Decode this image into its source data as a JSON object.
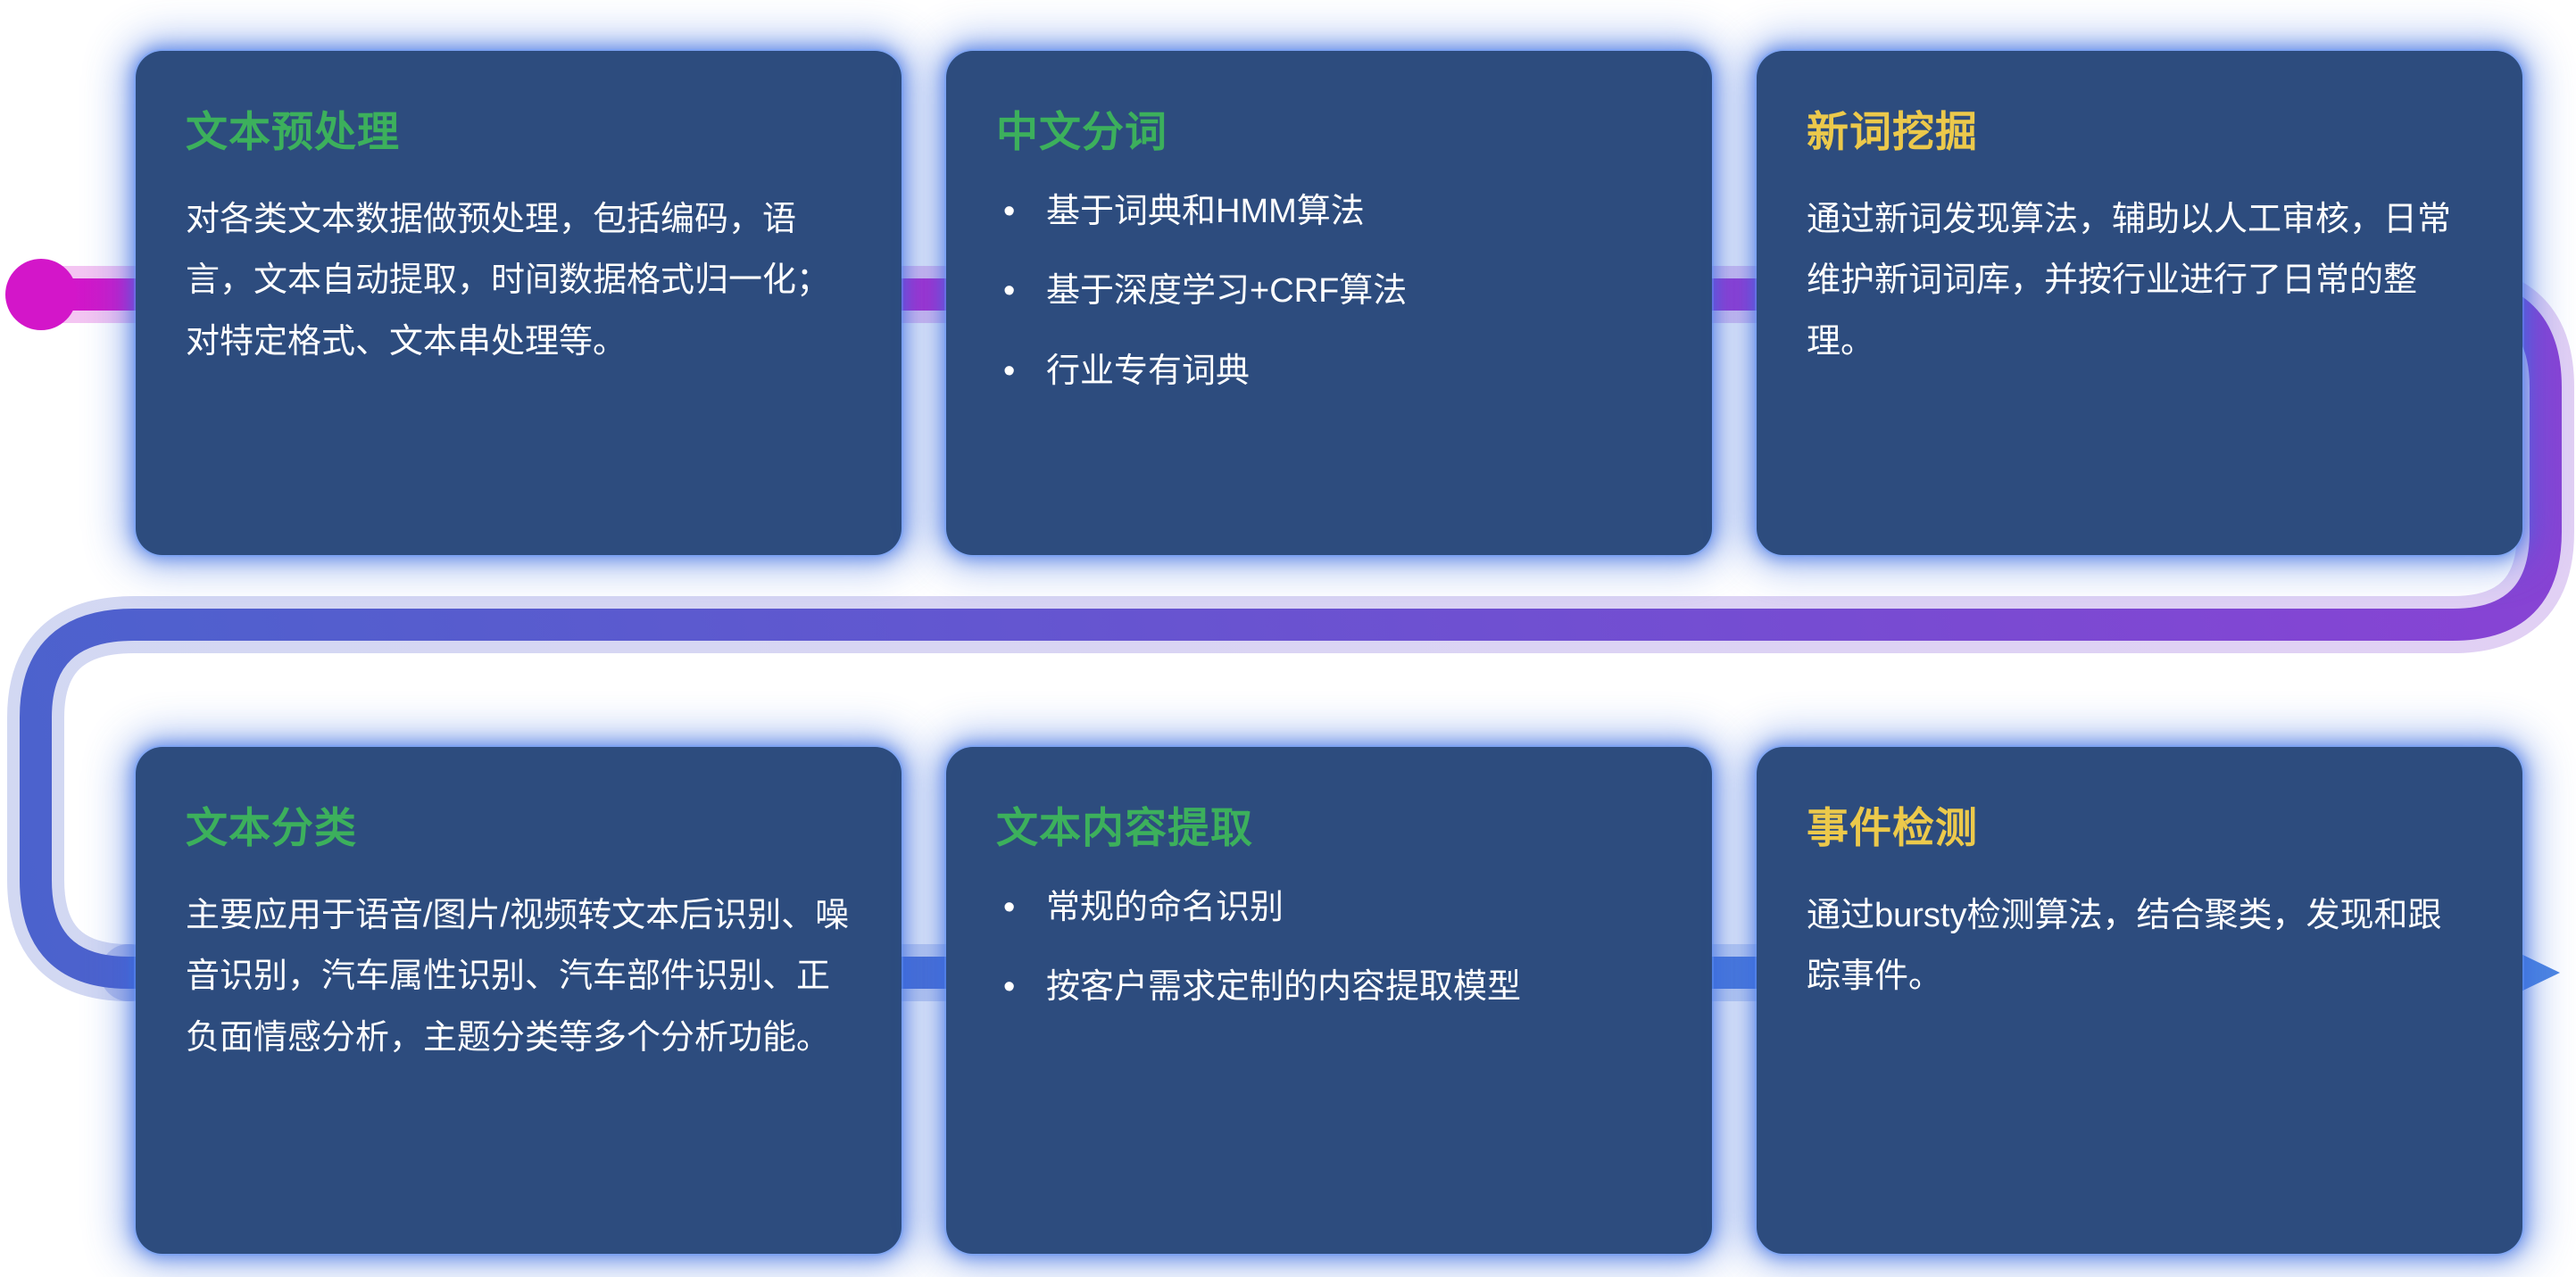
{
  "theme": {
    "card_bg": "#2d4c7e",
    "glow": "#3a6ce0",
    "body_text": "#ffffff",
    "page_bg": "#ffffff"
  },
  "flow": {
    "colors": {
      "magenta": "#d316c9",
      "purple": "#8a42d4",
      "blue": "#4a63cd",
      "arrow": "#4e86e2"
    }
  },
  "cards": [
    {
      "title": "文本预处理",
      "title_color": "#3cb05c",
      "body": "对各类文本数据做预处理，包括编码，语言，文本自动提取，时间数据格式归一化；对特定格式、文本串处理等。"
    },
    {
      "title": "中文分词",
      "title_color": "#3cb05c",
      "bullets": [
        "基于词典和HMM算法",
        "基于深度学习+CRF算法",
        "行业专有词典"
      ]
    },
    {
      "title": "新词挖掘",
      "title_color": "#ecc94b",
      "body": "通过新词发现算法，辅助以人工审核，日常维护新词词库，并按行业进行了日常的整理。"
    },
    {
      "title": "文本分类",
      "title_color": "#3cb05c",
      "body": "主要应用于语音/图片/视频转文本后识别、噪音识别，汽车属性识别、汽车部件识别、正负面情感分析，主题分类等多个分析功能。"
    },
    {
      "title": "文本内容提取",
      "title_color": "#3cb05c",
      "bullets": [
        "常规的命名识别",
        "按客户需求定制的内容提取模型"
      ]
    },
    {
      "title": "事件检测",
      "title_color": "#ecc94b",
      "body": "通过bursty检测算法，结合聚类，发现和跟踪事件。"
    }
  ]
}
